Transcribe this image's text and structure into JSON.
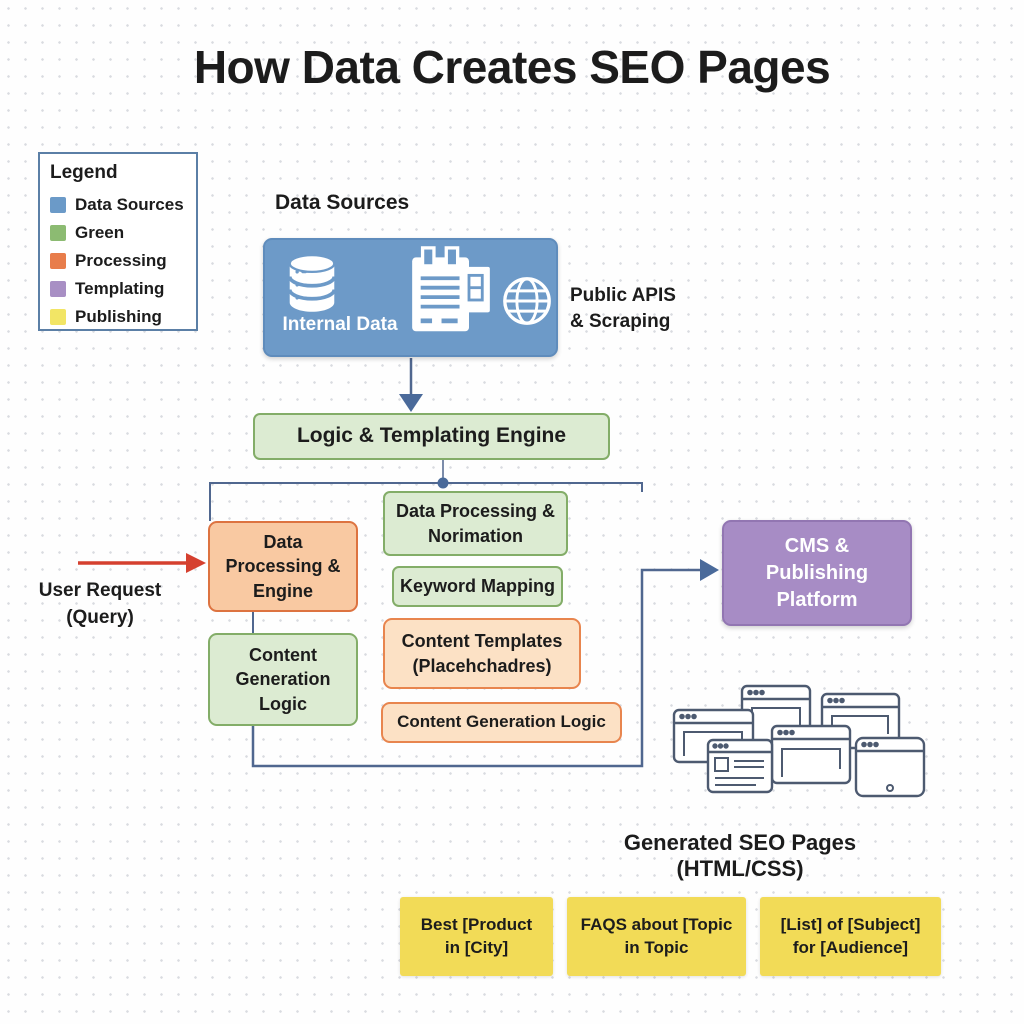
{
  "title": "How Data Creates SEO Pages",
  "colors": {
    "data_sources_fill": "#6d9ac8",
    "green_fill": "#dcebd2",
    "processing_fill": "#f9c9a2",
    "templating_light_fill": "#fce1c5",
    "cms_fill": "#a78cc5",
    "publishing_fill": "#f2db57",
    "connector": "#50678f",
    "request_arrow": "#d5402f"
  },
  "legend": {
    "heading": "Legend",
    "items": [
      {
        "label": "Data Sources",
        "color": "#6b9ac8"
      },
      {
        "label": "Green",
        "color": "#8cbb72"
      },
      {
        "label": "Processing",
        "color": "#e87d4b"
      },
      {
        "label": "Templating",
        "color": "#a88fc4"
      },
      {
        "label": "Publishing",
        "color": "#f2e565"
      }
    ]
  },
  "data_sources": {
    "heading": "Data Sources",
    "box_label": "Internal Data",
    "icons": [
      "database-icon",
      "document-icon",
      "globe-icon"
    ],
    "annotation_line1": "Public APIS",
    "annotation_line2": "& Scraping"
  },
  "engine": {
    "label": "Logic & Templating Engine"
  },
  "user_request": {
    "line1": "User Request",
    "line2": "(Query)"
  },
  "processing": {
    "left": [
      {
        "lines": [
          "Data",
          "Processing &",
          "Engine"
        ]
      },
      {
        "lines": [
          "Content",
          "Generation",
          "Logic"
        ]
      }
    ],
    "right": [
      {
        "lines": [
          "Data Processing &",
          "Norimation"
        ]
      },
      {
        "lines": [
          "Keyword Mapping"
        ]
      },
      {
        "lines": [
          "Content Templates",
          "(Placehchadres)"
        ]
      },
      {
        "lines": [
          "Content Generation Logic"
        ]
      }
    ]
  },
  "cms": {
    "lines": [
      "CMS &",
      "Publishing",
      "Platform"
    ]
  },
  "output": {
    "icon": "browser-windows-icon",
    "heading_line1": "Generated SEO Pages",
    "heading_line2": "(HTML/CSS)",
    "pages": [
      {
        "lines": [
          "Best [Product",
          "in [City]"
        ]
      },
      {
        "lines": [
          "FAQS about [Topic",
          "in Topic"
        ]
      },
      {
        "lines": [
          "[List] of [Subject]",
          "for [Audience]"
        ]
      }
    ]
  }
}
